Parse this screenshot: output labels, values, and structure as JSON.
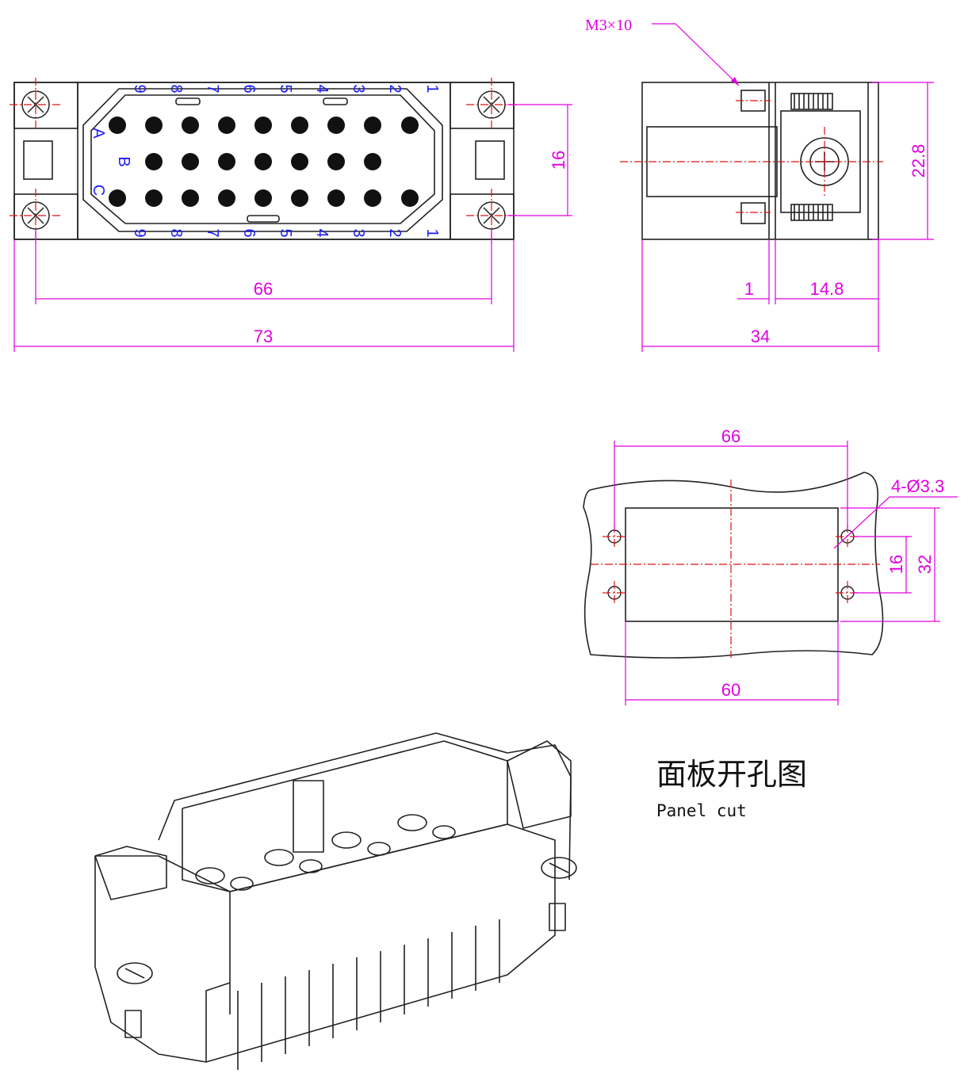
{
  "front_view": {
    "row_labels": [
      "A",
      "B",
      "C"
    ],
    "pin_numbers": [
      "9",
      "8",
      "7",
      "6",
      "5",
      "4",
      "3",
      "2",
      "1"
    ],
    "rows": [
      {
        "row": "A",
        "pins": [
          9,
          8,
          7,
          6,
          5,
          4,
          3,
          2,
          1
        ]
      },
      {
        "row": "B",
        "pins": [
          8,
          7,
          6,
          5,
          4,
          3,
          2
        ]
      },
      {
        "row": "C",
        "pins": [
          9,
          8,
          7,
          6,
          5,
          4,
          3,
          2,
          1
        ]
      }
    ],
    "dim_hole_spacing": "66",
    "dim_overall_width": "73",
    "dim_height": "16"
  },
  "side_view": {
    "thread_callout": "M3×10",
    "dim_height": "22.8",
    "dim_gap": "1",
    "dim_depth": "14.8",
    "dim_overall": "34"
  },
  "panel_cut": {
    "dim_hole_spacing": "66",
    "dim_hole_spec": "4-Ø3.3",
    "dim_hole_vertical": "16",
    "dim_cut_height": "32",
    "dim_cut_width": "60",
    "caption_zh": "面板开孔图",
    "caption_en": "Panel cut"
  },
  "colors": {
    "dimension": "#e000e0",
    "centerline": "#e01010",
    "pin_label": "#1a1aff",
    "outline": "#222222"
  }
}
